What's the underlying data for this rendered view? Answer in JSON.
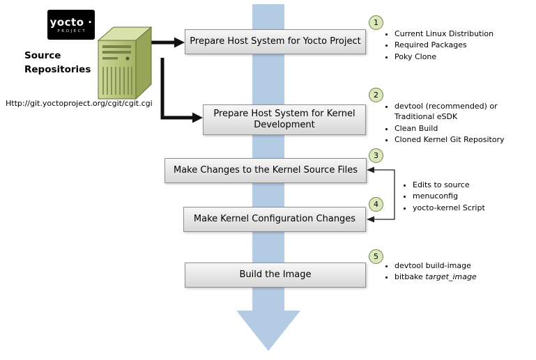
{
  "logo": {
    "name": "yocto ·",
    "sub": "PROJECT"
  },
  "source": {
    "label": "Source Repositories",
    "url": "Http://git.yoctoproject.org/cgit/cgit.cgi"
  },
  "steps": [
    {
      "num": "1",
      "label": "Prepare Host System for Yocto Project",
      "bullets": [
        "Current Linux Distribution",
        "Required Packages",
        "Poky Clone"
      ]
    },
    {
      "num": "2",
      "label": "Prepare Host System for Kernel Development",
      "bullets": [
        "devtool (recommended) or Traditional eSDK",
        "Clean Build",
        "Cloned Kernel Git Repository"
      ]
    },
    {
      "num": "3",
      "label": "Make Changes to the Kernel Source Files",
      "bullets": []
    },
    {
      "num": "4",
      "label": "Make Kernel Configuration Changes",
      "bullets": []
    },
    {
      "num": "5",
      "label": "Build the Image",
      "bullets": []
    }
  ],
  "shared_bullets_steps_3_4": [
    "Edits to source",
    "menuconfig",
    "yocto-kernel Script"
  ],
  "step5_bullets": [
    {
      "text": "devtool build-image",
      "italic": ""
    },
    {
      "text": "bitbake ",
      "italic": "target_image"
    }
  ],
  "colors": {
    "flow_arrow_blue": "#b3cbe3",
    "step_box_gradient_top": "#f7f7f7",
    "step_box_gradient_bottom": "#d7d7d7",
    "step_box_border": "#8f8f8f",
    "badge_fill": "#dbe7bd",
    "badge_border": "#74853d",
    "server_green": "#aab964",
    "connector_black": "#111111"
  }
}
